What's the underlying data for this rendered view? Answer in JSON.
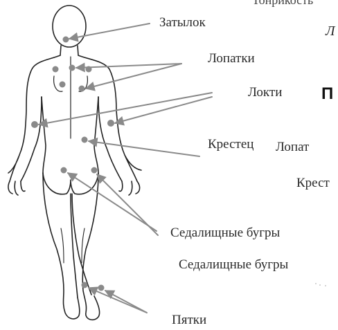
{
  "labels": {
    "top_cut": "Тонрикость",
    "occiput": "Затылок",
    "shoulder_blades": "Лопатки",
    "elbows": "Локти",
    "sacrum": "Крестец",
    "ischial": "Седалищные бугры",
    "heels": "Пятки"
  },
  "right_fragments": {
    "f1": "Л",
    "f2": "П",
    "f3": "Лопат",
    "f4": "Крест",
    "f5": "Седалищные бугры"
  },
  "colors": {
    "outline": "#222222",
    "marker": "#8a8a8a",
    "arrow": "#8a8a8a",
    "text": "#2a2a2a"
  }
}
